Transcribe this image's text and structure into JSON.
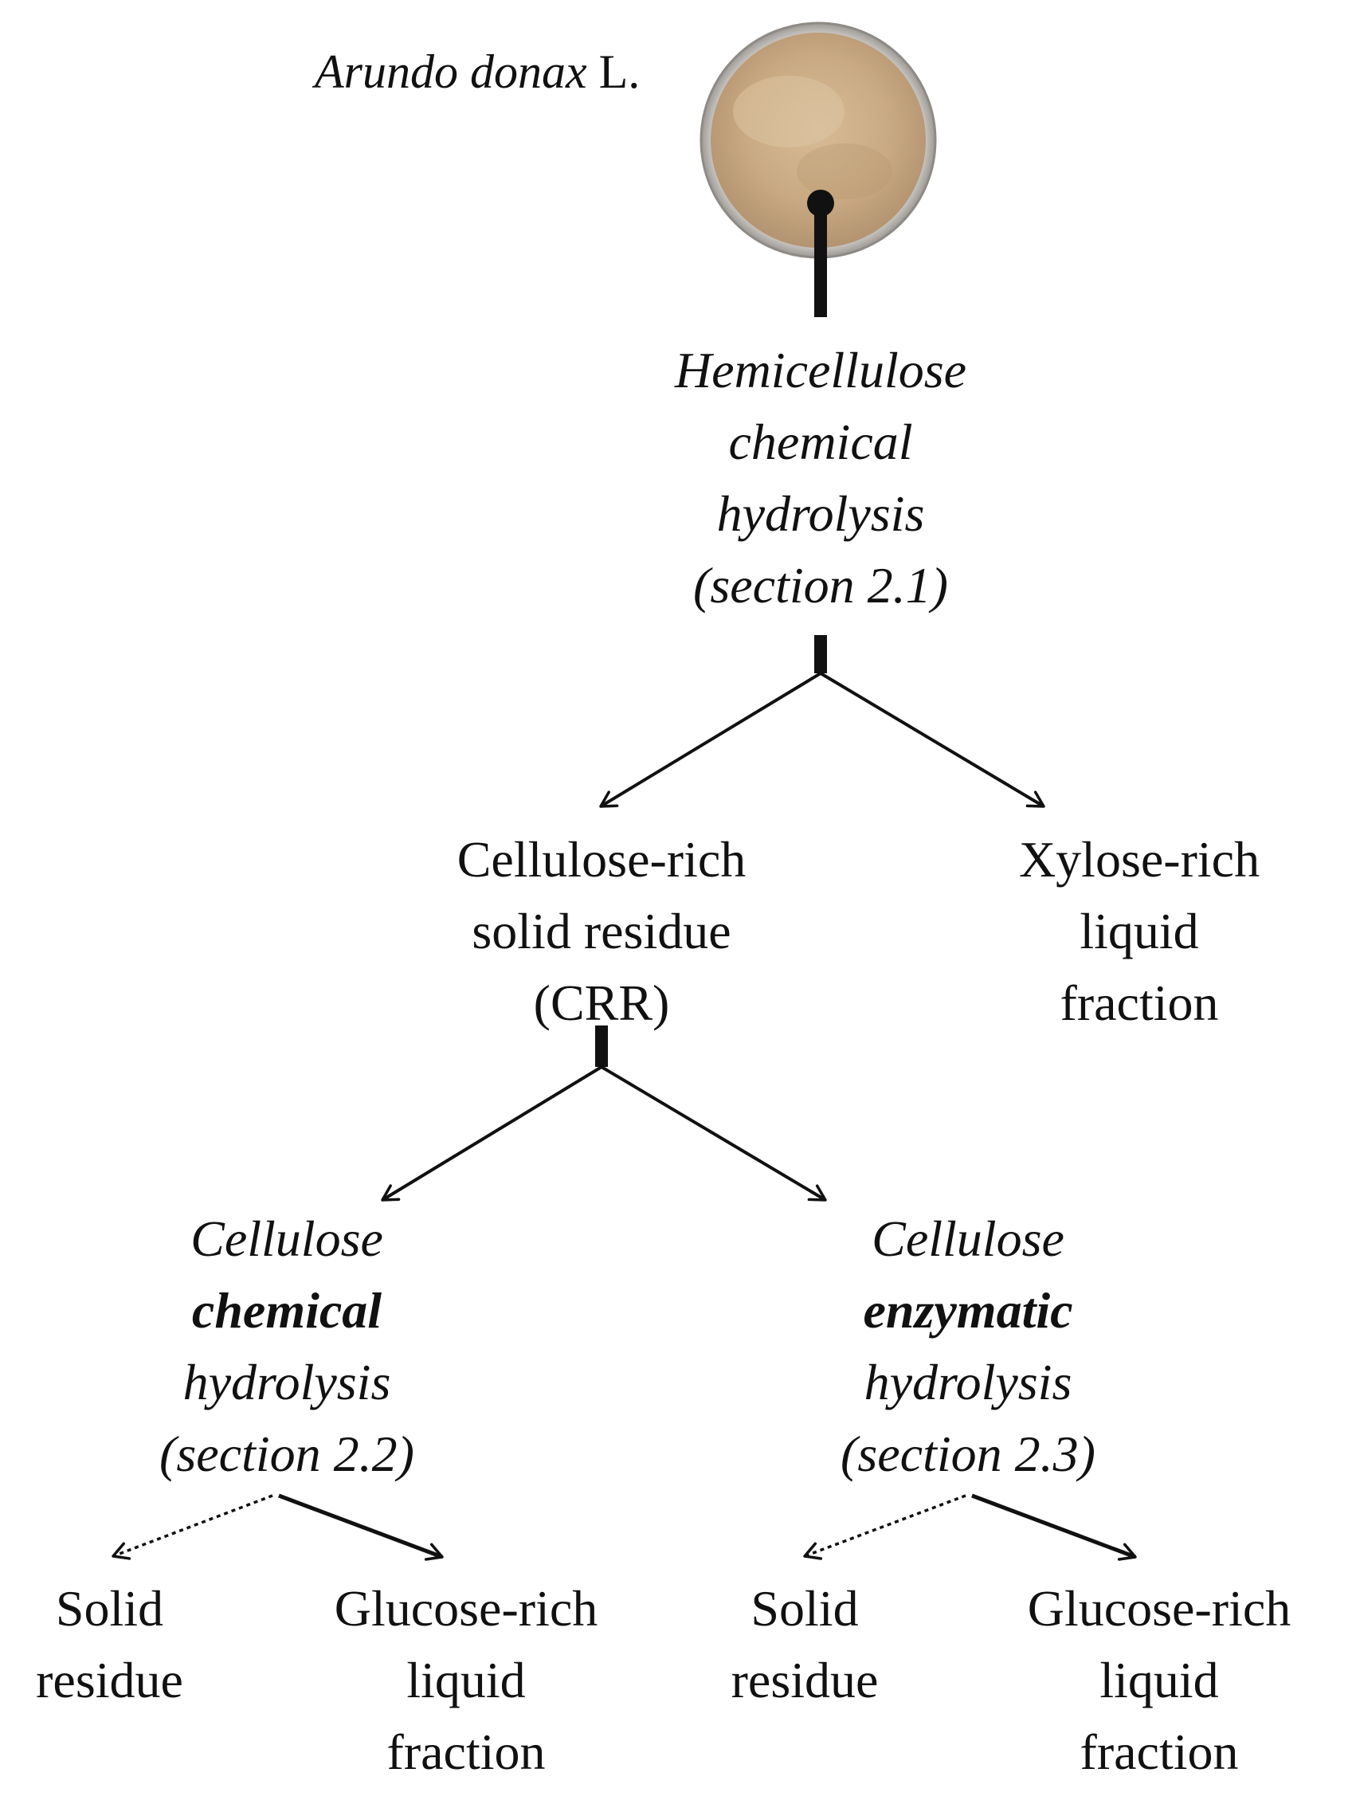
{
  "species": {
    "name": "Arundo donax",
    "authority": "L."
  },
  "step1": {
    "line1": "Hemicellulose",
    "line2": "chemical",
    "line3": "hydrolysis",
    "line4": "(section 2.1)"
  },
  "crr": {
    "line1": "Cellulose-rich",
    "line2": "solid residue",
    "line3": "(CRR)"
  },
  "xylose": {
    "line1": "Xylose-rich",
    "line2": "liquid",
    "line3": "fraction"
  },
  "chemical_branch": {
    "line1": "Cellulose",
    "line2": "chemical",
    "line3": "hydrolysis",
    "line4": "(section 2.2)",
    "solid": {
      "line1": "Solid",
      "line2": "residue"
    },
    "liquid": {
      "line1": "Glucose-rich",
      "line2": "liquid",
      "line3": "fraction"
    }
  },
  "enzymatic_branch": {
    "line1": "Cellulose",
    "line2": "enzymatic",
    "line3": "hydrolysis",
    "line4": "(section 2.3)",
    "solid": {
      "line1": "Solid",
      "line2": "residue"
    },
    "liquid": {
      "line1": "Glucose-rich",
      "line2": "liquid",
      "line3": "fraction"
    }
  },
  "colors": {
    "ink": "#111111",
    "powder": "#c9aa83",
    "dish_rim": "#b9b5b0"
  }
}
